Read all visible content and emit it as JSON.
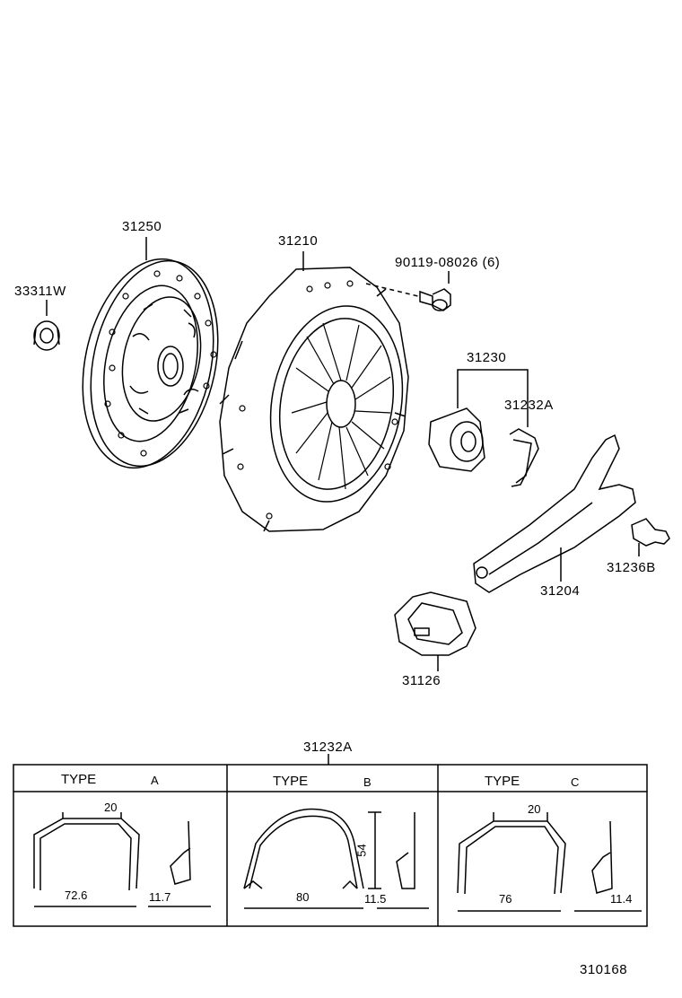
{
  "diagram_code": "310168",
  "parts": {
    "pilot_bearing": "33311W",
    "clutch_disc": "31250",
    "clutch_cover": "31210",
    "cover_bolt": "90119-08026 (6)",
    "release_bearing_assy": "31230",
    "release_bearing_clip": "31232A",
    "release_fork": "31204",
    "fork_support": "31236B",
    "fork_boot": "31126"
  },
  "clip_table": {
    "title": "31232A",
    "types": [
      {
        "label": "TYPE",
        "letter": "A",
        "top_width": "20",
        "bottom_width": "72.6",
        "side_depth": "11.7"
      },
      {
        "label": "TYPE",
        "letter": "B",
        "height": "54",
        "bottom_width": "80",
        "side_depth": "11.5"
      },
      {
        "label": "TYPE",
        "letter": "C",
        "top_width": "20",
        "bottom_width": "76",
        "side_depth": "11.4"
      }
    ]
  }
}
